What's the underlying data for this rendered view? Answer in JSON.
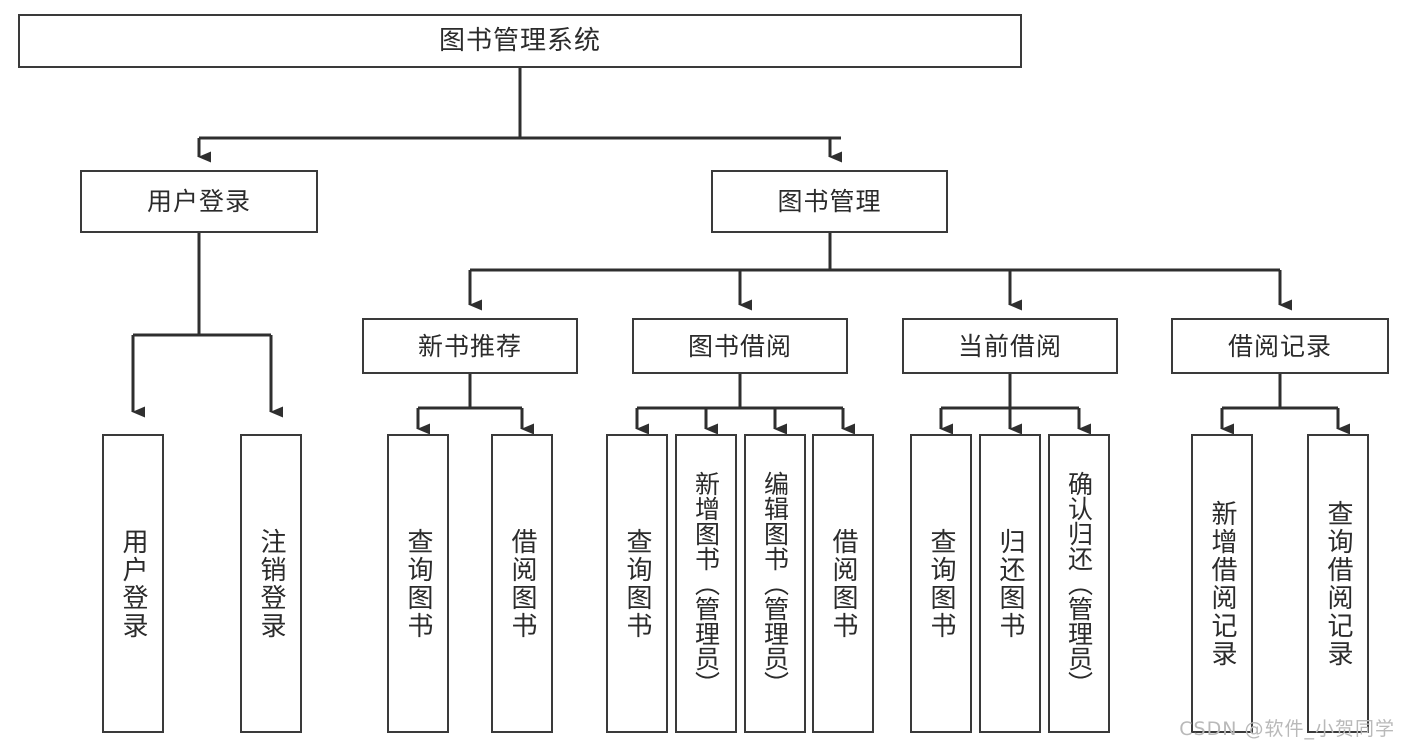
{
  "diagram": {
    "title": "图书管理系统",
    "type": "tree",
    "orientation": "top-down",
    "colors": {
      "box_border": "#3a3a3a",
      "box_fill": "#ffffff",
      "connector": "#2f2f2f",
      "text": "#2b2b2b",
      "watermark": "#b9b9b9",
      "background": "#ffffff"
    },
    "root": {
      "label": "图书管理系统"
    },
    "level2": [
      {
        "label": "用户登录"
      },
      {
        "label": "图书管理"
      }
    ],
    "level3": [
      {
        "label": "新书推荐"
      },
      {
        "label": "图书借阅"
      },
      {
        "label": "当前借阅"
      },
      {
        "label": "借阅记录"
      }
    ],
    "leaves": {
      "user_login": [
        {
          "label": "用户登录"
        },
        {
          "label": "注销登录"
        }
      ],
      "new_book": [
        {
          "label": "查询图书"
        },
        {
          "label": "借阅图书"
        }
      ],
      "borrow_book": [
        {
          "label": "查询图书"
        },
        {
          "label": "新增图书（管理员）"
        },
        {
          "label": "编辑图书（管理员）"
        },
        {
          "label": "借阅图书"
        }
      ],
      "current_borrow": [
        {
          "label": "查询图书"
        },
        {
          "label": "归还图书"
        },
        {
          "label": "确认归还（管理员）"
        }
      ],
      "borrow_record": [
        {
          "label": "新增借阅记录"
        },
        {
          "label": "查询借阅记录"
        }
      ]
    }
  },
  "watermark": {
    "text": "CSDN @软件_小贺同学"
  }
}
